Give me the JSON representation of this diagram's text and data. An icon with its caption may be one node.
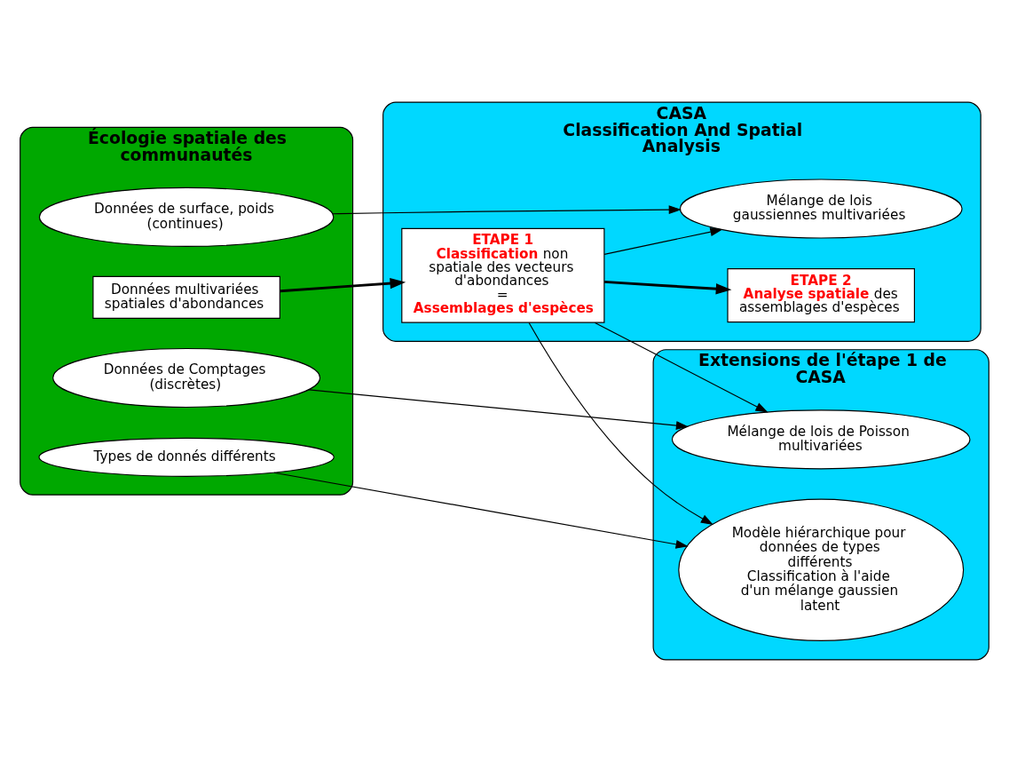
{
  "diagram": {
    "nodes": [
      {
        "text": [
          "Écologie spatiale des communautés"
        ]
      },
      {
        "text": [
          "Données multivariées spatiales d'abondances"
        ],
        "in": 0
      },
      {
        "text": [
          "Données de surface, poids (continues)"
        ],
        "in": 0
      },
      {
        "text": [
          "Données de Comptages (discrètes)"
        ],
        "in": 0
      },
      {
        "text": [
          "Types de donnés différents"
        ],
        "in": 0
      },
      {
        "text": [
          "CASA",
          "Classification And Spatial Analysis"
        ]
      },
      {
        "text": [
          "ETAPE 1",
          "**Classification** non spatiale des vecteurs d'abondances",
          "=",
          "Assemblages d'espèces"
        ],
        "in": 5
      },
      {
        "text": [
          "ETAPE 2",
          "**Analyse spatiale** des assemblages d'espèces"
        ],
        "in": 5
      },
      {
        "text": [
          "Mélange de lois gaussiennes multivariées"
        ],
        "in": 5
      },
      {
        "text": [
          "Extensions de l'étape 1 de CASA"
        ]
      },
      {
        "text": [
          "Mélange de lois de Poisson multivariées"
        ],
        "in": 9
      },
      {
        "text": [
          "Modèle hiérarchique pour données de types différents",
          "Classification à l'aide d'un mélange gaussien latent"
        ],
        "in": 9
      }
    ],
    "edges": [
      {
        "from": 1,
        "to": 6,
        "arrow": "to",
        "style": "thick"
      },
      {
        "from": 6,
        "to": 7,
        "arrow": "to",
        "style": "thick"
      },
      {
        "from": 6,
        "to": 8,
        "arrow": "to"
      },
      {
        "from": 6,
        "to": 10,
        "arrow": "to"
      },
      {
        "from": 6,
        "to": 11,
        "arrow": "to"
      },
      {
        "from": 2,
        "to": 8,
        "arrow": "to"
      },
      {
        "from": 3,
        "to": 10,
        "arrow": "to"
      },
      {
        "from": 4,
        "to": 11,
        "arrow": "to"
      }
    ]
  }
}
